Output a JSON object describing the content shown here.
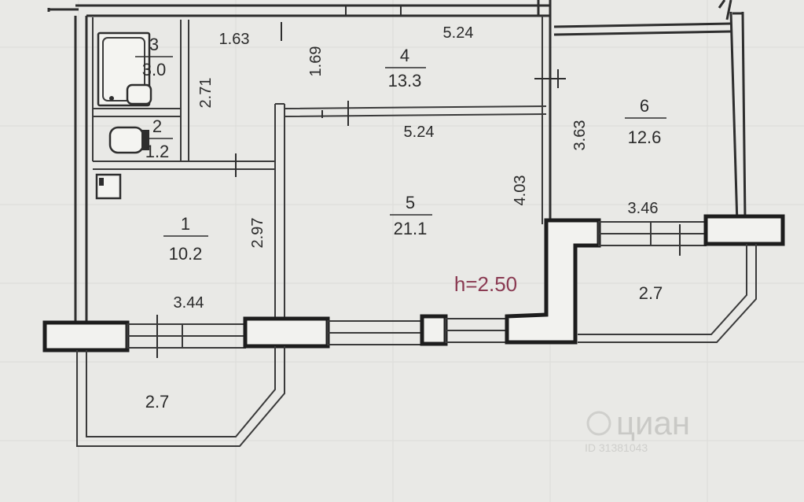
{
  "rooms": [
    {
      "number": "1",
      "area": "10.2"
    },
    {
      "number": "2",
      "area": "1.2"
    },
    {
      "number": "3",
      "area": "3.0"
    },
    {
      "number": "4",
      "area": "13.3"
    },
    {
      "number": "5",
      "area": "21.1"
    },
    {
      "number": "6",
      "area": "12.6"
    }
  ],
  "balconies": [
    {
      "area": "2.7"
    },
    {
      "area": "2.7"
    }
  ],
  "dimensions": {
    "d163": "1.63",
    "d524_top": "5.24",
    "d169": "1.69",
    "d271": "2.71",
    "d524_mid": "5.24",
    "d403": "4.03",
    "d363": "3.63",
    "d346": "3.46",
    "d297": "2.97",
    "d344": "3.44"
  },
  "ceiling_height": "h=2.50",
  "watermark": {
    "logo_text": "циан",
    "id_text": "ID 31381043"
  },
  "colors": {
    "paper": "#e9e9e6",
    "ink": "#2e2e2e",
    "note": "#8a3a52"
  }
}
